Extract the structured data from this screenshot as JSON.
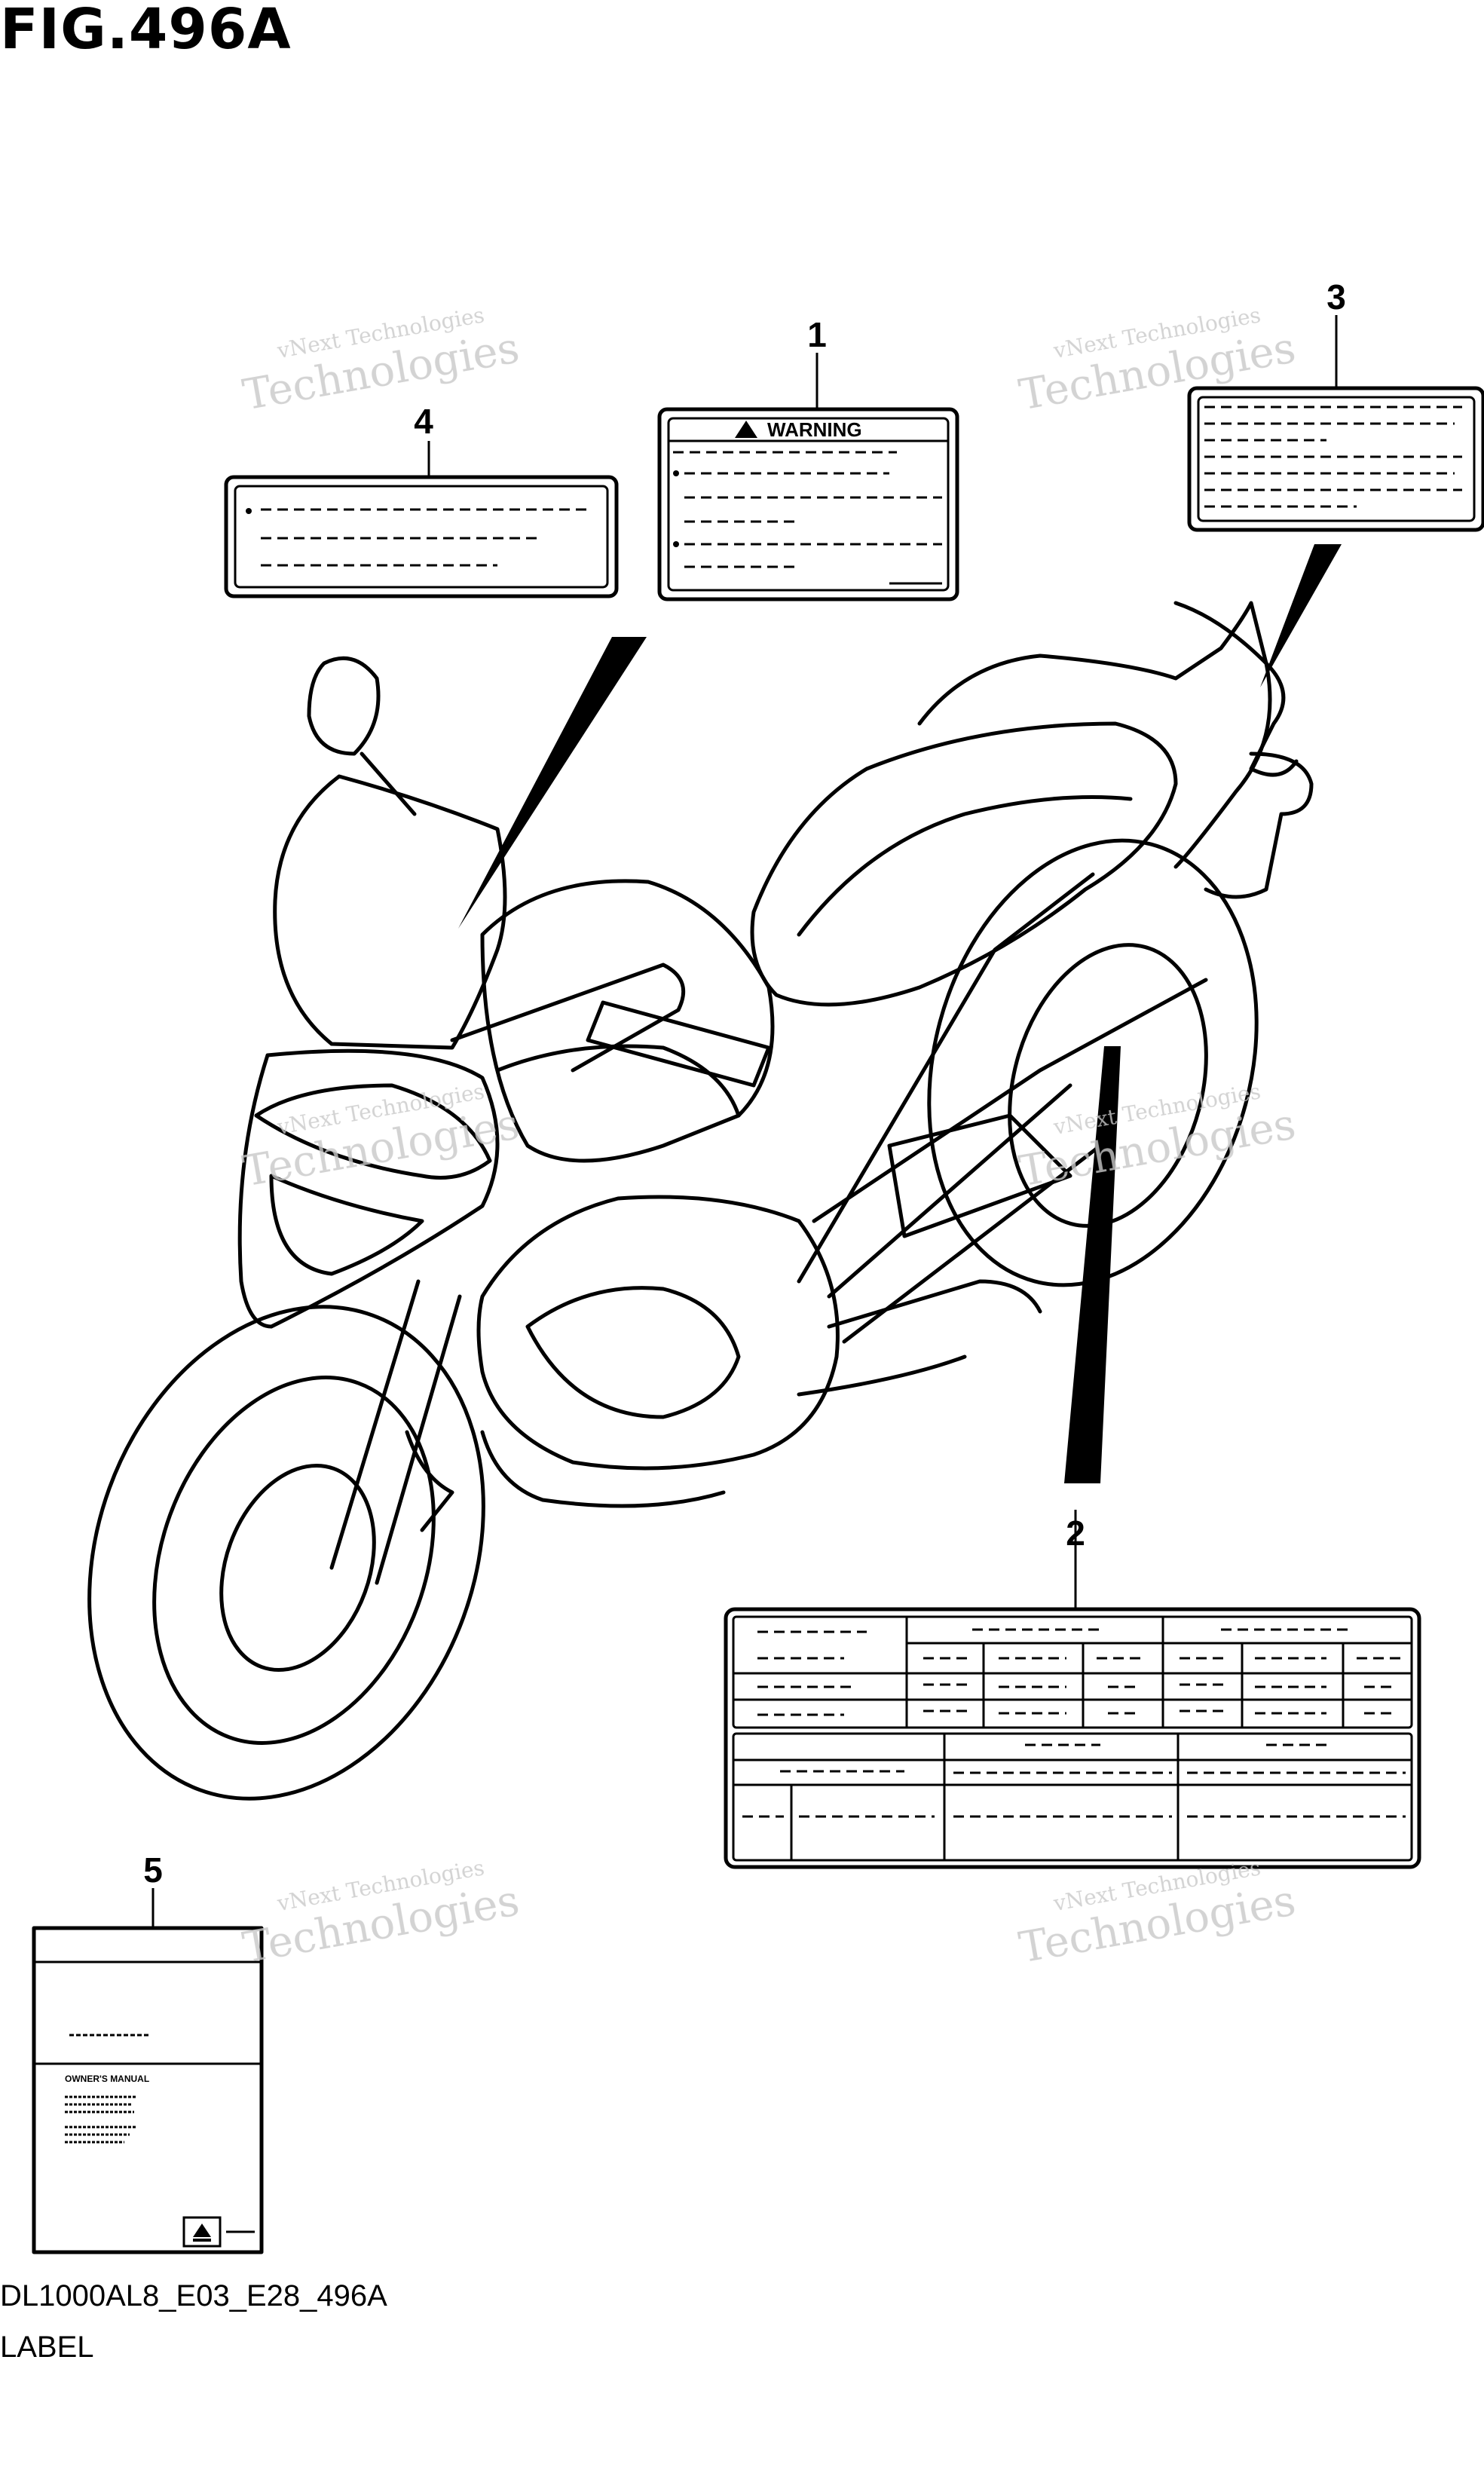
{
  "figure": {
    "title": "FIG.496A",
    "code": "DL1000AL8_E03_E28_496A",
    "caption": "LABEL"
  },
  "callouts": [
    {
      "number": "1",
      "part": "warning-label"
    },
    {
      "number": "2",
      "part": "information-label"
    },
    {
      "number": "3",
      "part": "caution-label"
    },
    {
      "number": "4",
      "part": "label"
    },
    {
      "number": "5",
      "part": "owners-manual"
    }
  ],
  "warning_label": {
    "heading": "WARNING"
  },
  "manual": {
    "heading": "OWNER'S MANUAL"
  },
  "watermark": {
    "line1": "vNext Technologies",
    "line2": "Technologies"
  }
}
